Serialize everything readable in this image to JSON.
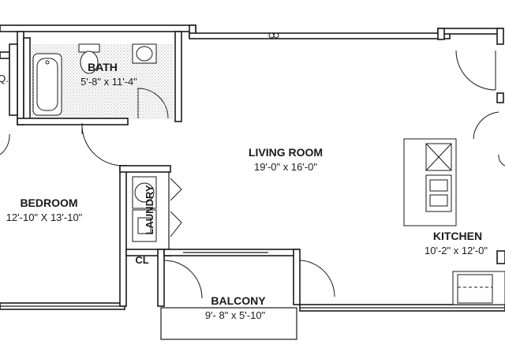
{
  "rooms": {
    "bath": {
      "name": "BATH",
      "dims": "5'-8\" x 11'-4\""
    },
    "living_room": {
      "name": "LIVING ROOM",
      "dims": "19'-0\" x 16'-0\""
    },
    "bedroom": {
      "name": "BEDROOM",
      "dims": "12'-10\" X 13'-10\""
    },
    "laundry": {
      "name": "LAUNDRY"
    },
    "kitchen": {
      "name": "KITCHEN",
      "dims": "10'-2\" x 12'-0\""
    },
    "closet": {
      "name": "CL"
    },
    "balcony": {
      "name": "BALCONY",
      "dims": "9'- 8\" x 5'-10\""
    },
    "wic_fragment": {
      "name": "Q."
    }
  },
  "colors": {
    "line": "#1a1a1a",
    "background": "#ffffff",
    "tile": "#555555"
  }
}
